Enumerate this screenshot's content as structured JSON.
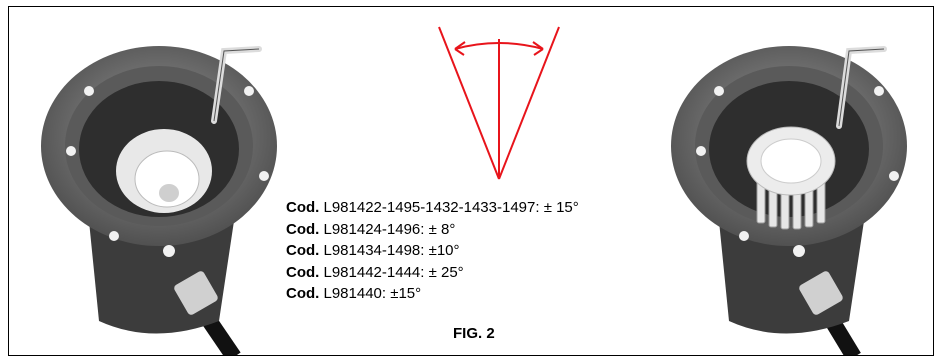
{
  "codes": [
    {
      "prefix": "Cod.",
      "text": "L981422-1495-1432-1433-1497: ± 15°"
    },
    {
      "prefix": "Cod.",
      "text": "L981424-1496: ± 8°"
    },
    {
      "prefix": "Cod.",
      "text": "L981434-1498: ±10°"
    },
    {
      "prefix": "Cod.",
      "text": "L981442-1444: ± 25°"
    },
    {
      "prefix": "Cod.",
      "text": "L981440: ±15°"
    }
  ],
  "figure_label": "FIG. 2",
  "colors": {
    "angle_lines": "#e8141b",
    "housing_dark": "#3c3c3c",
    "housing_mid": "#7a7a7a",
    "housing_light": "#d8d8d8",
    "frame": "#000000"
  }
}
